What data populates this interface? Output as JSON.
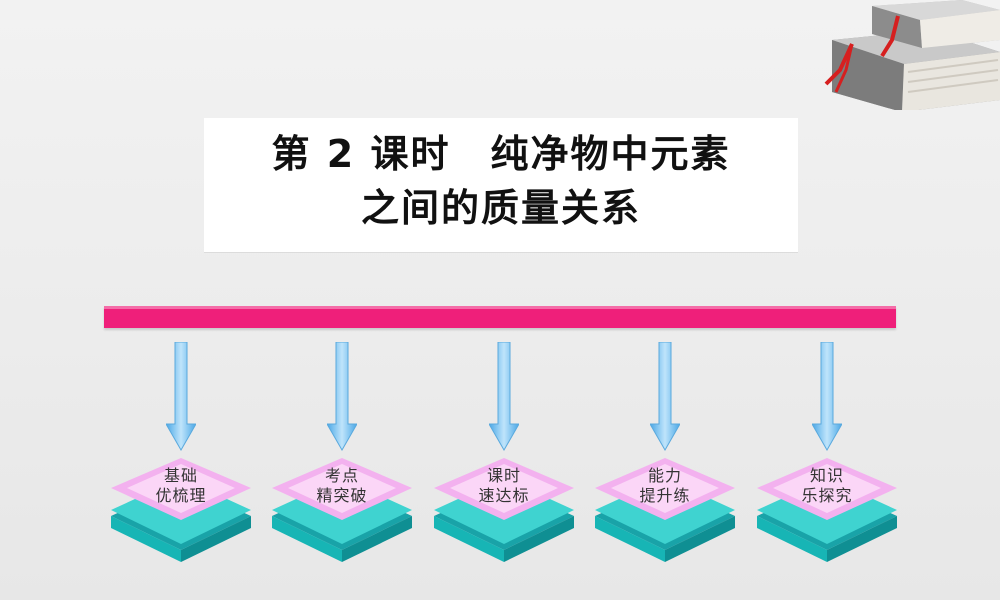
{
  "title": {
    "line1": "第 2 课时　纯净物中元素",
    "line2": "之间的质量关系"
  },
  "nav": [
    {
      "line1": "基础",
      "line2": "优梳理"
    },
    {
      "line1": "考点",
      "line2": "精突破"
    },
    {
      "line1": "课时",
      "line2": "速达标"
    },
    {
      "line1": "能力",
      "line2": "提升练"
    },
    {
      "line1": "知识",
      "line2": "乐探究"
    }
  ],
  "colors": {
    "bar": "#ef1f7a",
    "arrow": "#7fc4f0",
    "tile_top": "#f6b7f2",
    "tile_base": "#2cc6c6"
  }
}
